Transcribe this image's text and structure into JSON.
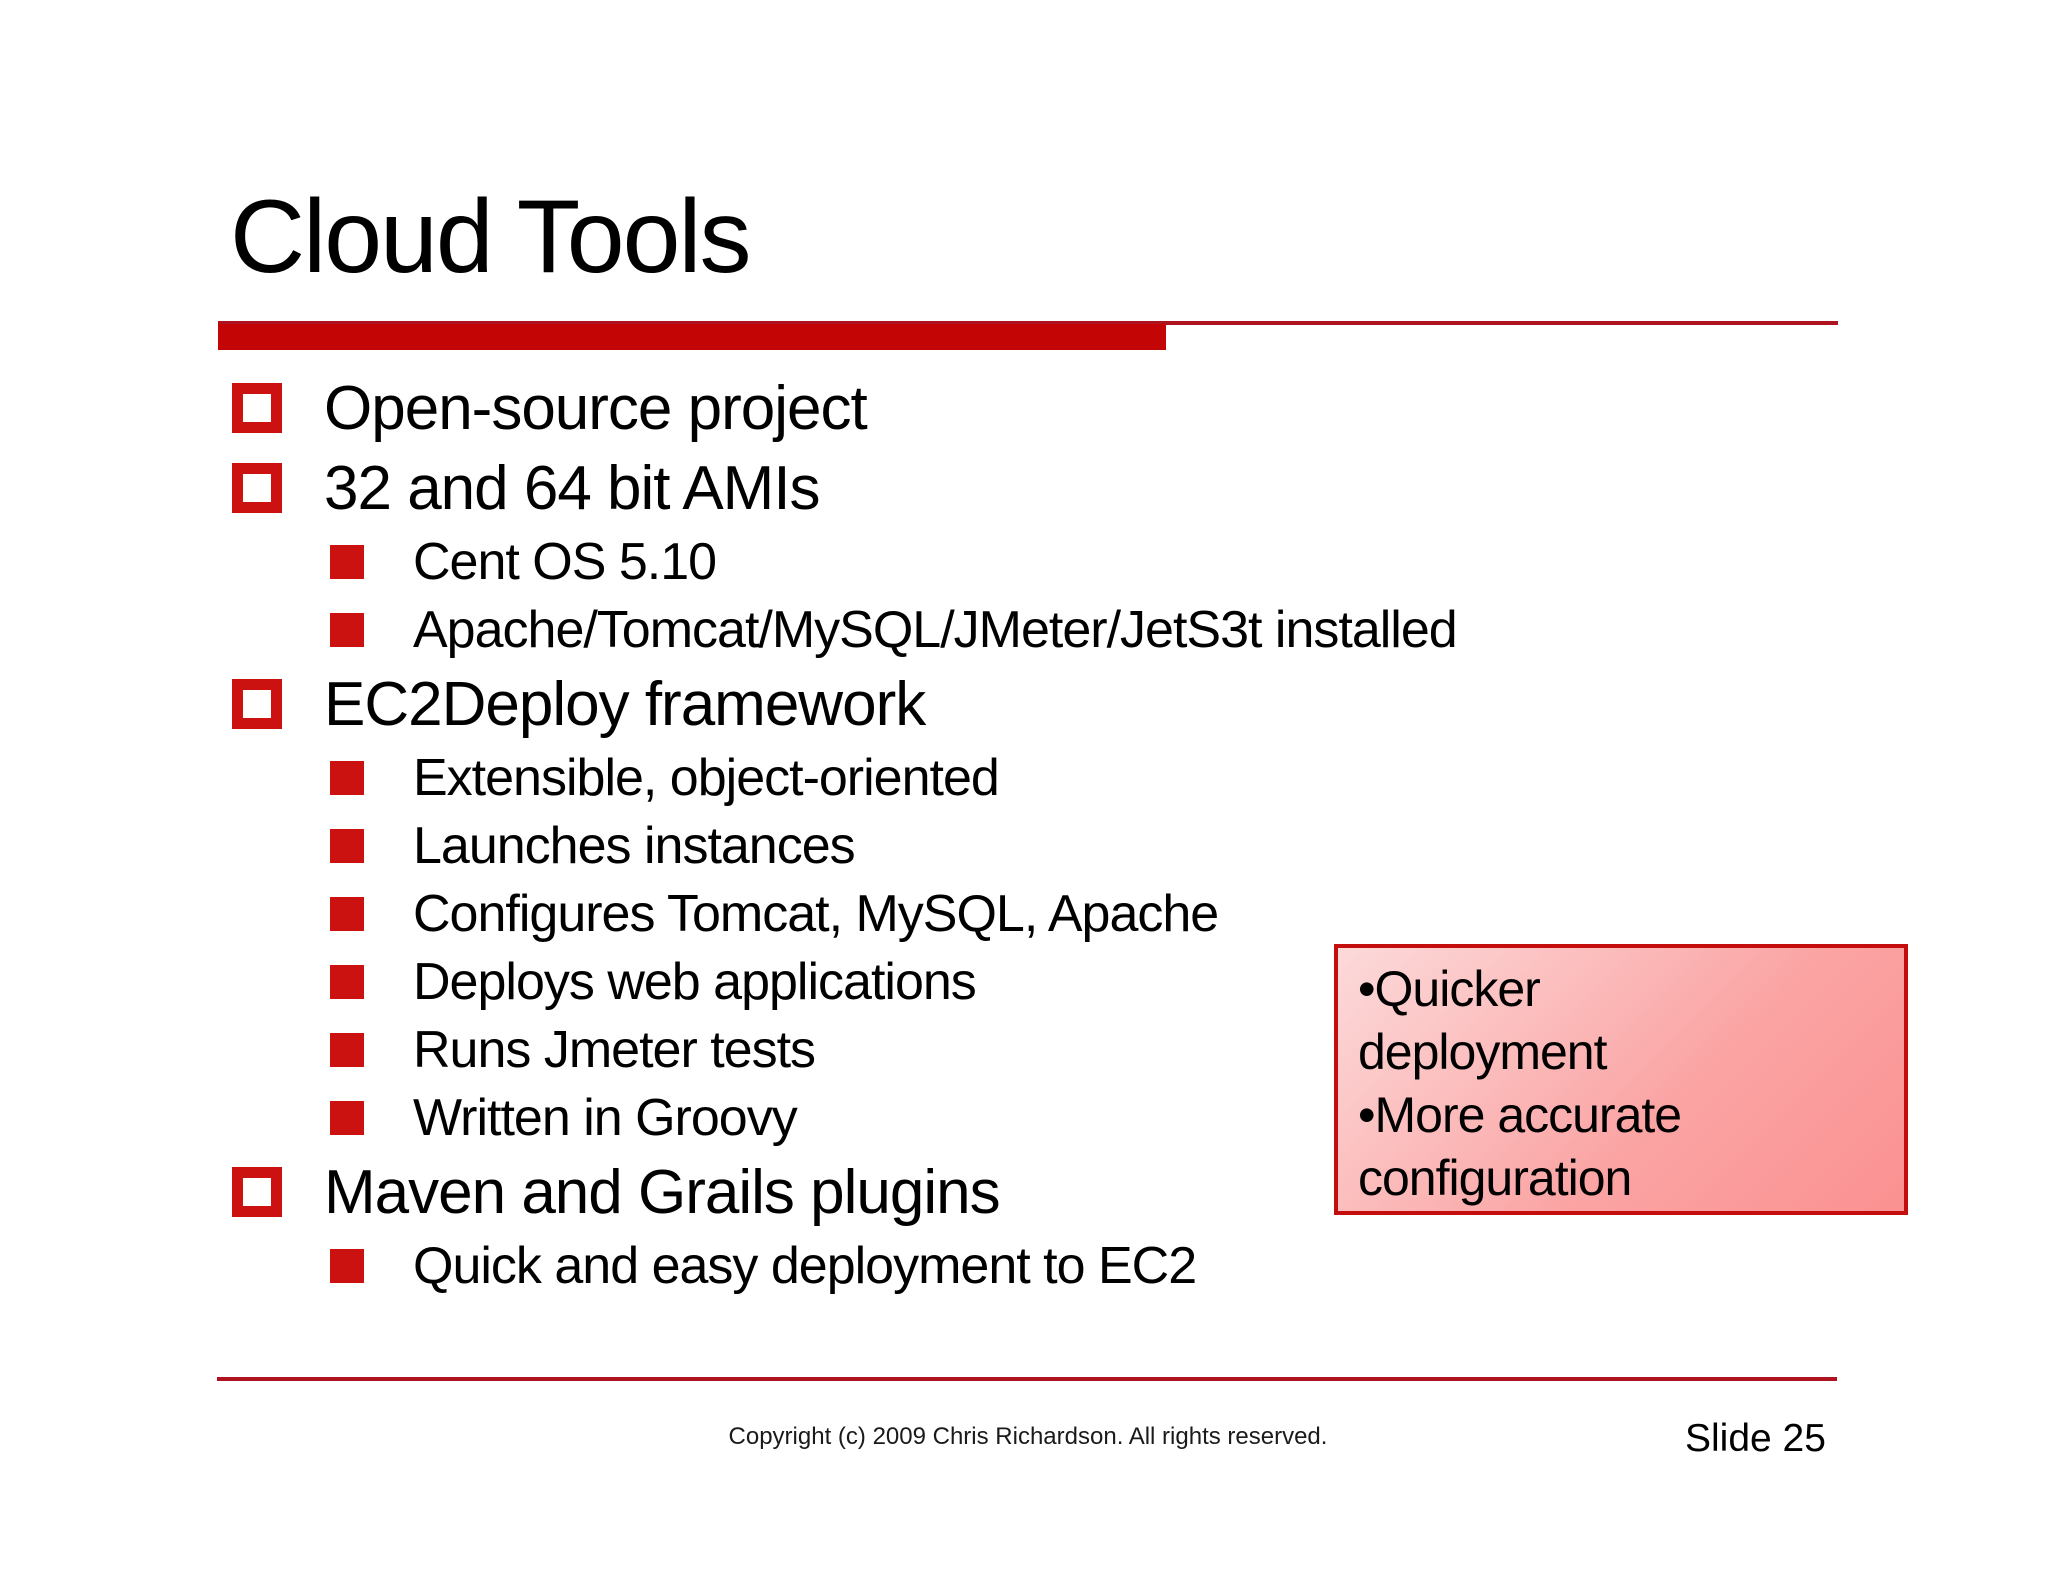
{
  "slide": {
    "title": "Cloud Tools",
    "bullets": [
      {
        "level": 1,
        "text": "Open-source project"
      },
      {
        "level": 1,
        "text": "32 and 64 bit AMIs"
      },
      {
        "level": 2,
        "text": "Cent OS 5.10"
      },
      {
        "level": 2,
        "text": "Apache/Tomcat/MySQL/JMeter/JetS3t installed"
      },
      {
        "level": 1,
        "text": "EC2Deploy framework"
      },
      {
        "level": 2,
        "text": "Extensible, object-oriented"
      },
      {
        "level": 2,
        "text": "Launches instances"
      },
      {
        "level": 2,
        "text": "Configures Tomcat, MySQL, Apache"
      },
      {
        "level": 2,
        "text": "Deploys web applications"
      },
      {
        "level": 2,
        "text": "Runs Jmeter tests"
      },
      {
        "level": 2,
        "text": "Written in Groovy"
      },
      {
        "level": 1,
        "text": "Maven and Grails plugins"
      },
      {
        "level": 2,
        "text": "Quick and easy deployment to EC2"
      }
    ],
    "callout": {
      "items": [
        "Quicker deployment",
        "More accurate configuration"
      ],
      "lines": [
        "•Quicker",
        "deployment",
        "•More accurate",
        "configuration"
      ]
    },
    "footer": {
      "copyright": "Copyright (c) 2009 Chris Richardson. All rights reserved.",
      "slide_number": "Slide 25"
    },
    "colors": {
      "accent_red": "#cc1111",
      "bar_red": "#c40505",
      "thin_line_red": "#ad1420",
      "callout_border_red": "#c40d0d",
      "callout_gradient_start": "#fcdada",
      "callout_gradient_end": "#fb9191"
    }
  }
}
